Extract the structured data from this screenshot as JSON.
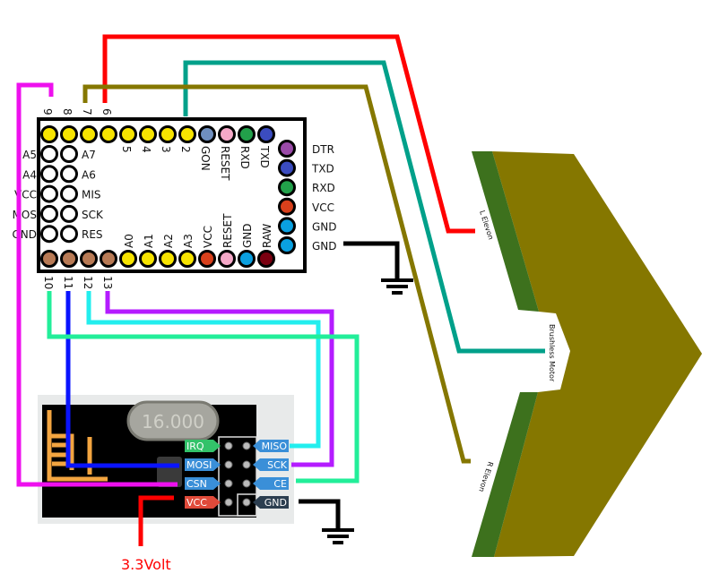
{
  "arduino": {
    "top_numbers": [
      "9",
      "8",
      "7",
      "6"
    ],
    "inner_top": [
      "5",
      "4",
      "3",
      "2",
      "GON",
      "RESET",
      "RXD",
      "TXD"
    ],
    "left_outer": [
      "A5",
      "A4",
      "VCC",
      "MOS",
      "GND"
    ],
    "left_inner": [
      "A7",
      "A6",
      "MIS",
      "SCK",
      "RES"
    ],
    "inner_bottom": [
      "A0",
      "A1",
      "A2",
      "A3",
      "VCC",
      "RESET",
      "GND",
      "RAW"
    ],
    "right_header": [
      "DTR",
      "TXD",
      "RXD",
      "VCC",
      "GND",
      "GND"
    ],
    "bottom_numbers": [
      "10",
      "11",
      "12",
      "13"
    ],
    "top_pin_colors": [
      "#f7e400",
      "#f7e400",
      "#f7e400",
      "#f7e400",
      "#f7e400",
      "#f7e400",
      "#f7e400",
      "#f7e400",
      "#6f8fbf",
      "#f5a8c8",
      "#22a04a",
      "#3b4cc0"
    ],
    "bottom_pin_colors": [
      "#b87a55",
      "#b87a55",
      "#b87a55",
      "#b87a55",
      "#f7e400",
      "#f7e400",
      "#f7e400",
      "#f7e400",
      "#d8401c",
      "#f5a8c8",
      "#0aa0e0",
      "#7a0010"
    ],
    "right_pin_colors": [
      "#9a4aa8",
      "#3b4cc0",
      "#22a04a",
      "#d8401c",
      "#0aa0e0",
      "#0aa0e0"
    ]
  },
  "nrf": {
    "crystal": "16.000",
    "left_pins": [
      "IRQ",
      "MOSI",
      "CSN",
      "VCC"
    ],
    "right_pins": [
      "MISO",
      "SCK",
      "CE",
      "GND"
    ],
    "supply_label": "3.3Volt"
  },
  "wing": {
    "left_elevon": "L Elevon",
    "motor": "Brushless Motor",
    "right_elevon": "R Elevon"
  },
  "colors": {
    "red": "#ff0000",
    "teal": "#00a08a",
    "olive": "#857700",
    "magenta": "#ee10ee",
    "blue": "#0a14ff",
    "cyan": "#22eeee",
    "purple": "#b41cff",
    "mint": "#22ee99",
    "wing_body": "#857700",
    "wing_edge": "#3d711d"
  }
}
